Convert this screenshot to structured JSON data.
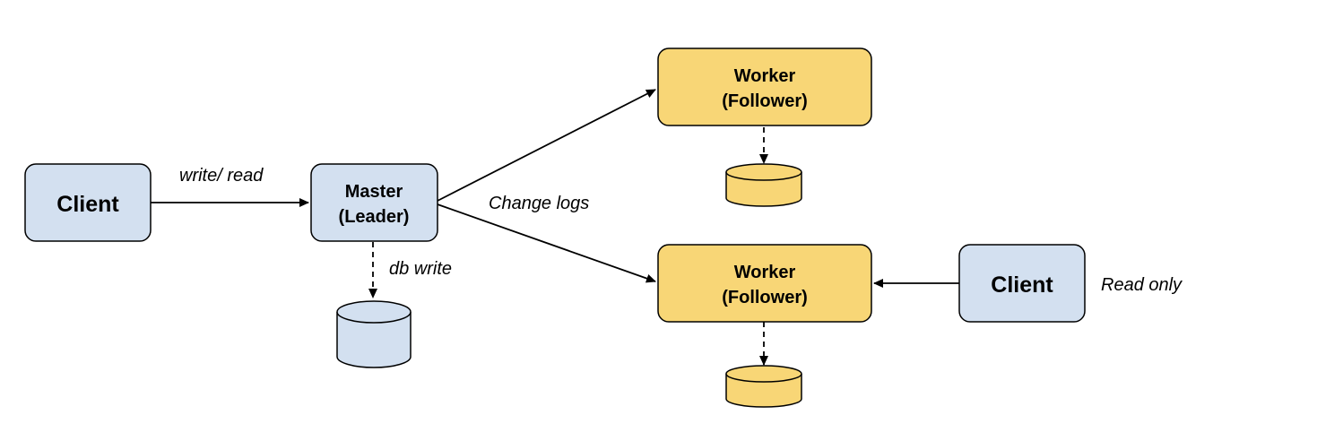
{
  "colors": {
    "client_fill": "#d3e0f0",
    "master_fill": "#d3e0f0",
    "worker_fill": "#f8d676",
    "stroke": "#000000"
  },
  "nodes": {
    "client_left": {
      "label": "Client"
    },
    "master": {
      "line1": "Master",
      "line2": "(Leader)"
    },
    "worker_top": {
      "line1": "Worker",
      "line2": "(Follower)"
    },
    "worker_bottom": {
      "line1": "Worker",
      "line2": "(Follower)"
    },
    "client_right": {
      "label": "Client"
    }
  },
  "edges": {
    "client_to_master": "write/ read",
    "master_to_workers": "Change logs",
    "master_to_db": "db write",
    "client_to_worker": "Read only"
  }
}
